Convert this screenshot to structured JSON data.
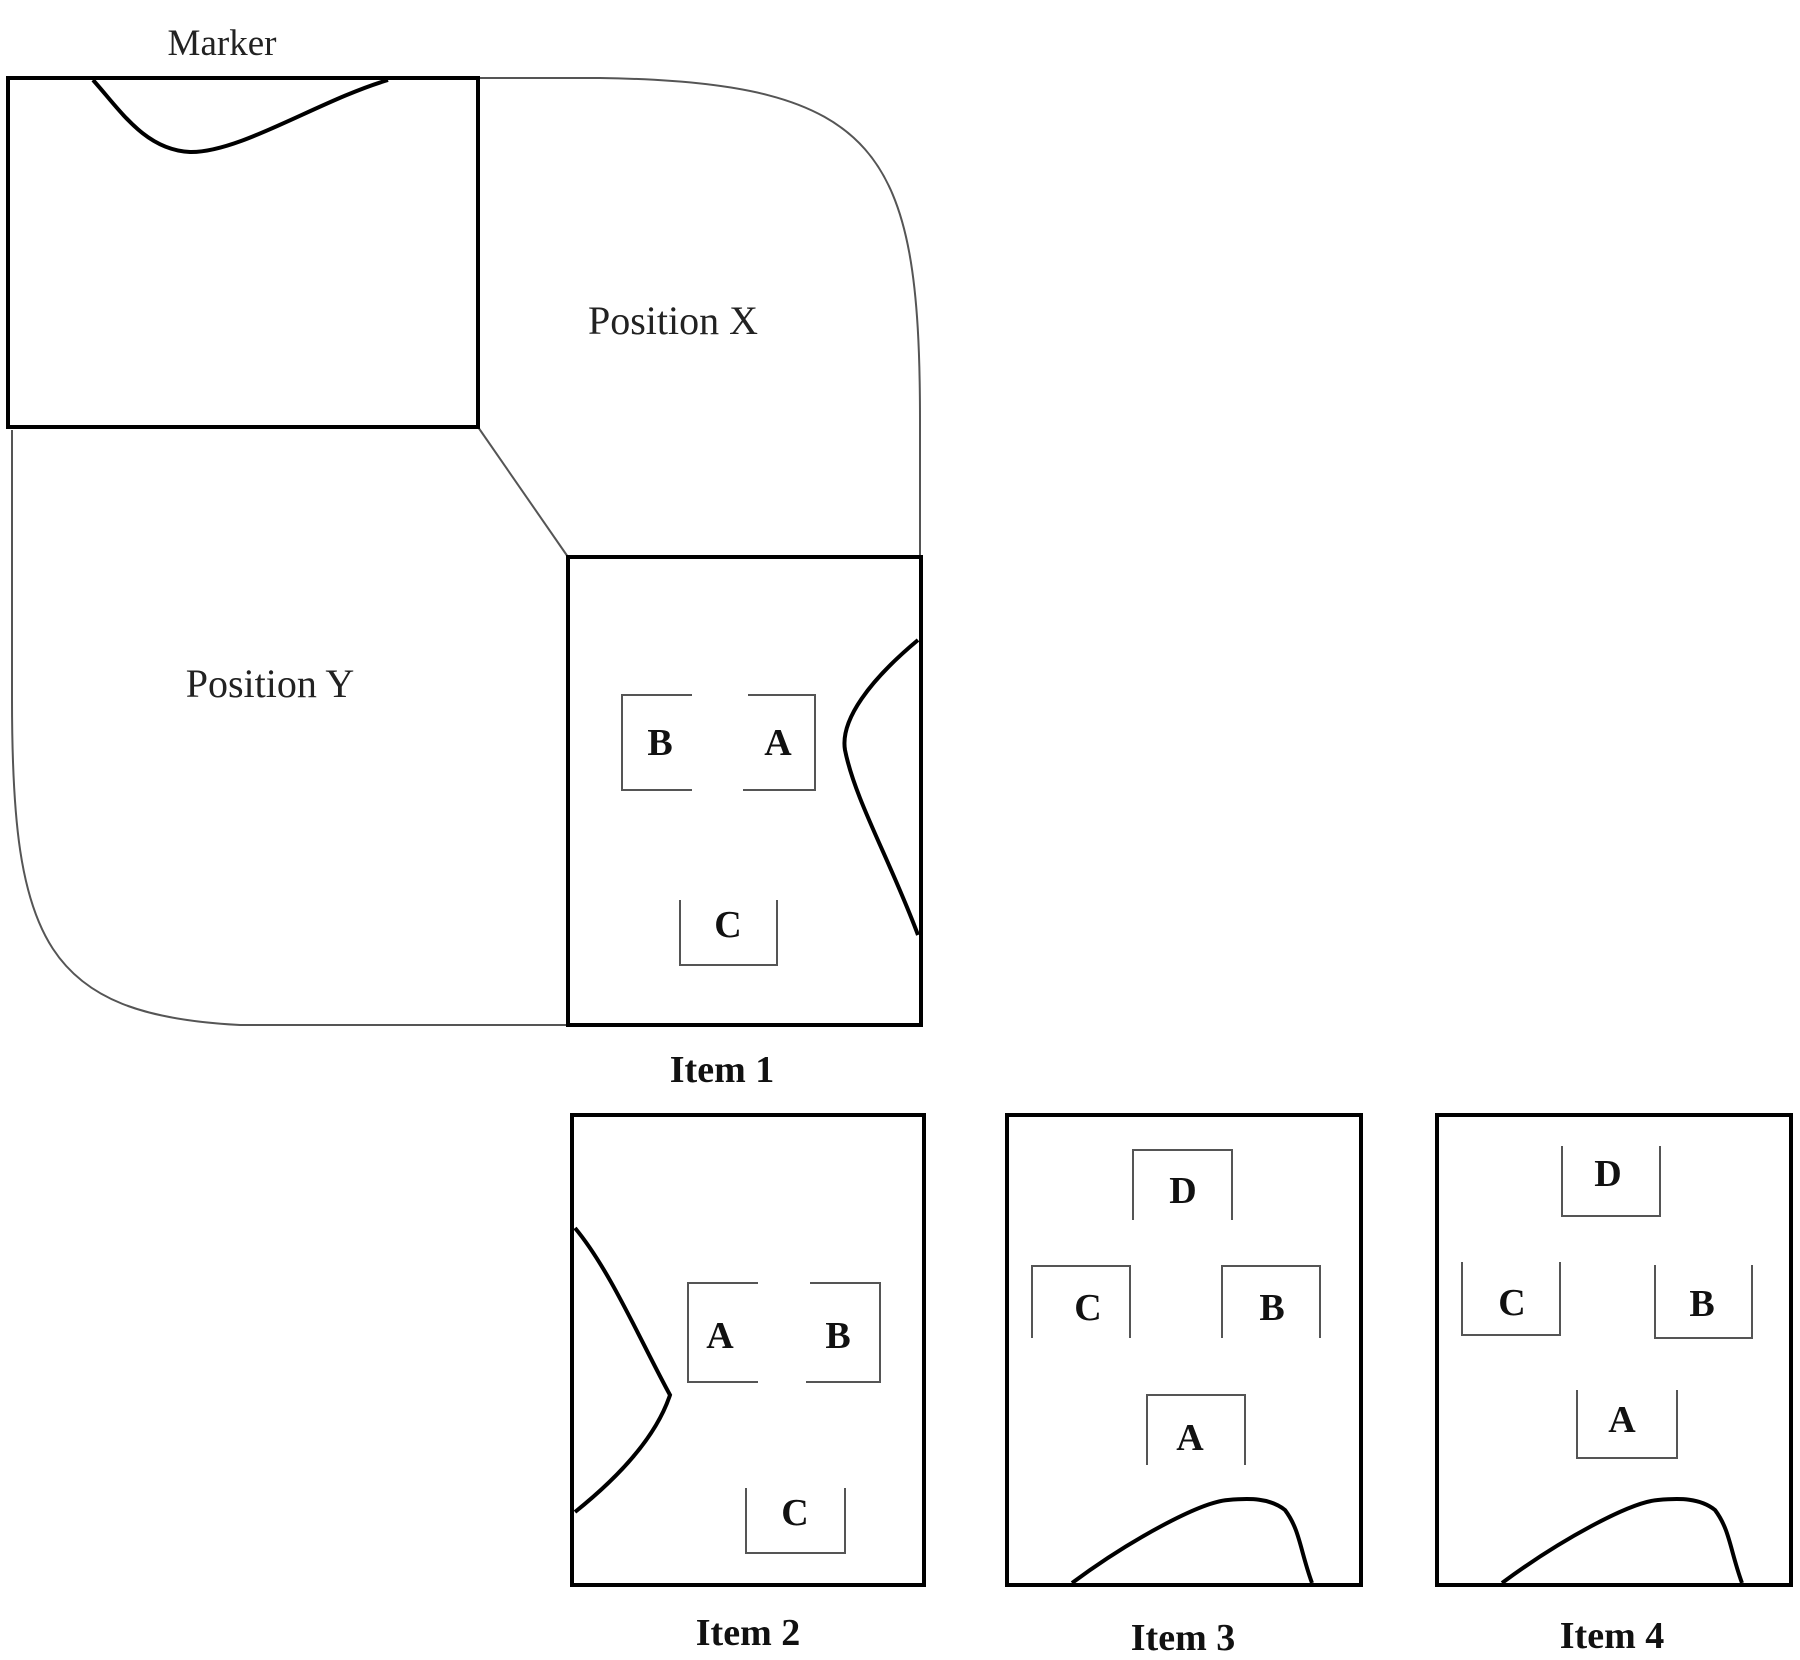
{
  "labels": {
    "marker": "Marker",
    "position_x": "Position X",
    "position_y": "Position Y"
  },
  "items": [
    {
      "caption": "Item 1",
      "boxes": [
        "B",
        "A",
        "C"
      ]
    },
    {
      "caption": "Item 2",
      "boxes": [
        "A",
        "B",
        "C"
      ]
    },
    {
      "caption": "Item 3",
      "boxes": [
        "D",
        "C",
        "B",
        "A"
      ]
    },
    {
      "caption": "Item 4",
      "boxes": [
        "D",
        "C",
        "B",
        "A"
      ]
    }
  ],
  "colors": {
    "stroke": "#000000",
    "thin_stroke": "#555555",
    "background": "#ffffff"
  }
}
